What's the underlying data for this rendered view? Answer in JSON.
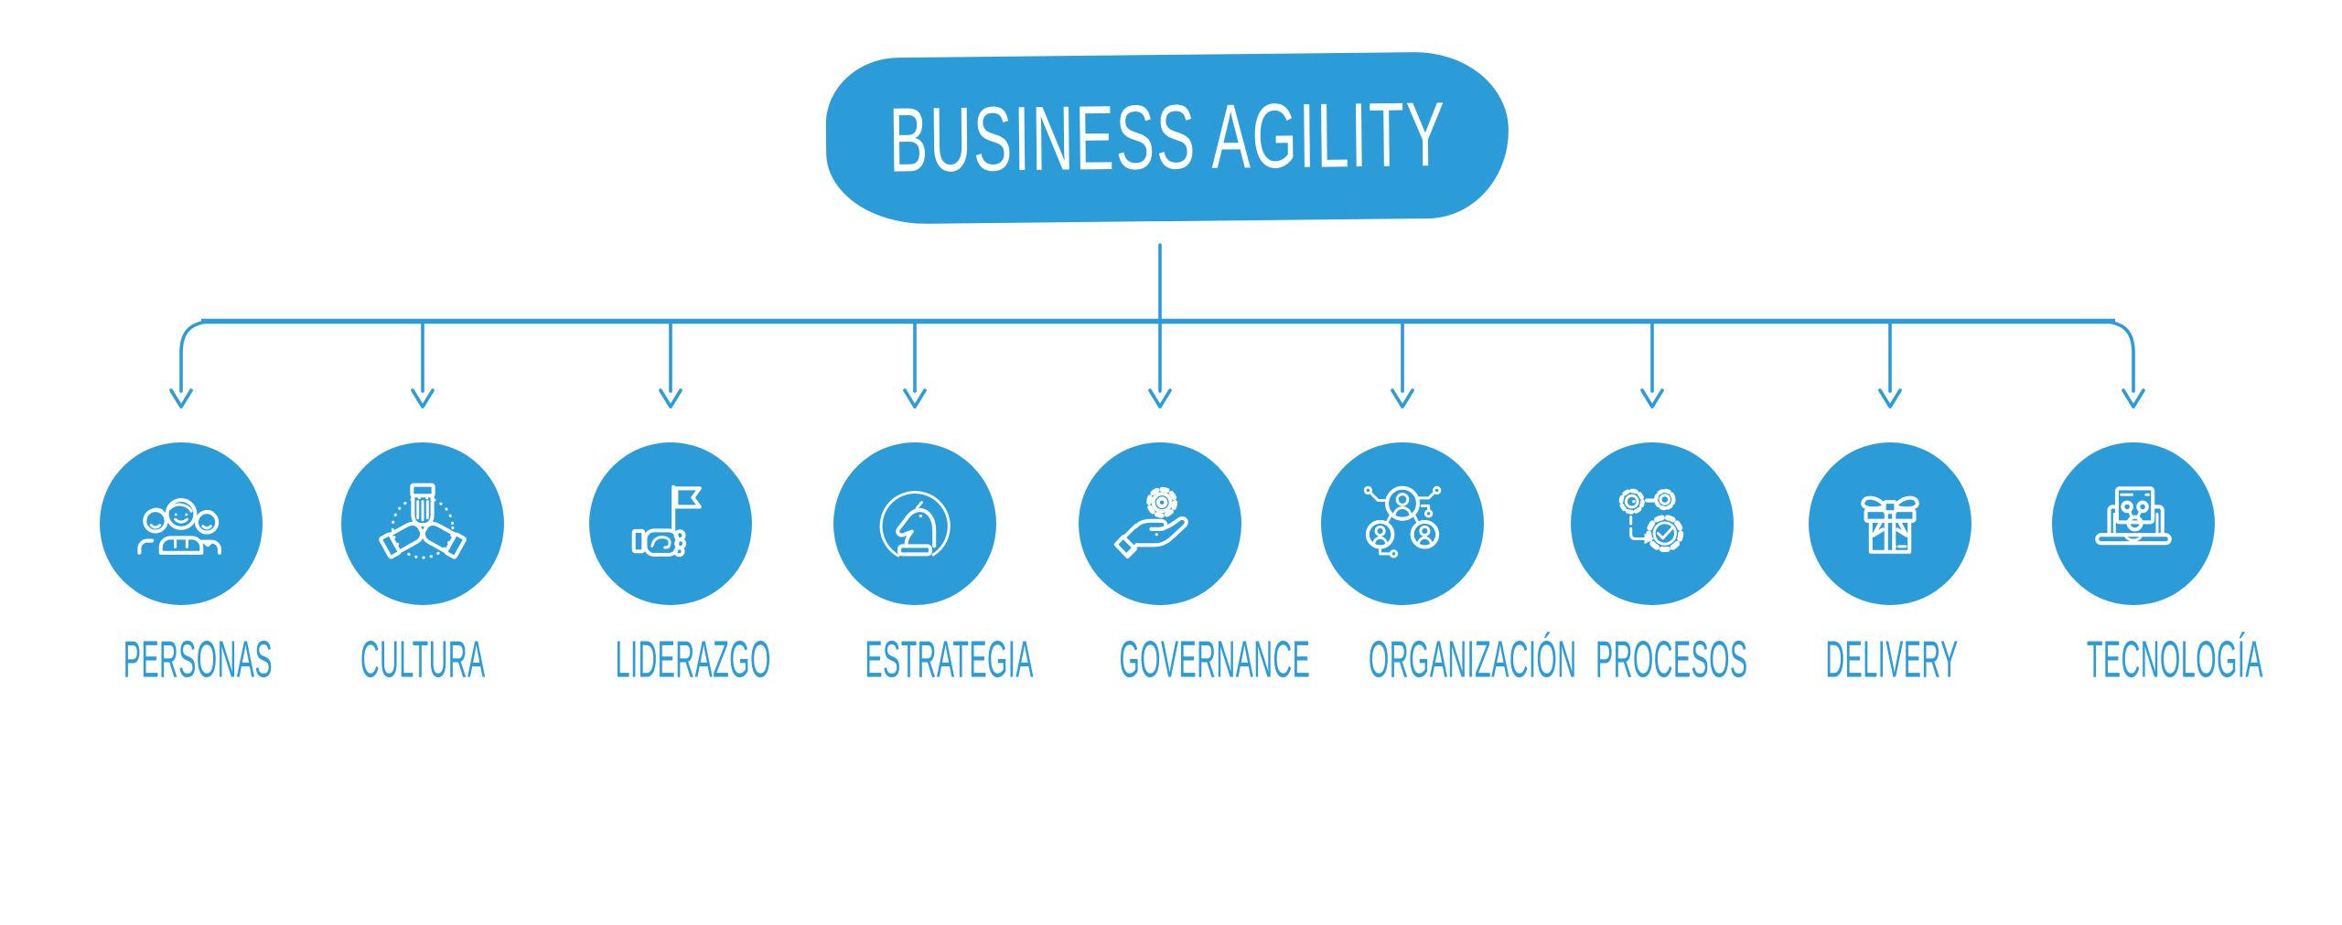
{
  "title": {
    "label": "BUSINESS AGILITY"
  },
  "colors": {
    "accent": "#2b9cd8",
    "icon_stroke": "#ffffff",
    "background": "#ffffff"
  },
  "diagram": {
    "type": "tree",
    "root": "BUSINESS AGILITY",
    "children": [
      "PERSONAS",
      "CULTURA",
      "LIDERAZGO",
      "ESTRATEGIA",
      "GOVERNANCE",
      "ORGANIZACIÓN",
      "PROCESOS",
      "DELIVERY",
      "TECNOLOGÍA"
    ]
  },
  "nodes": [
    {
      "label": "PERSONAS",
      "icon": "people-icon"
    },
    {
      "label": "CULTURA",
      "icon": "hands-together-icon"
    },
    {
      "label": "LIDERAZGO",
      "icon": "hand-flag-icon"
    },
    {
      "label": "ESTRATEGIA",
      "icon": "chess-knight-icon"
    },
    {
      "label": "GOVERNANCE",
      "icon": "hand-gear-icon"
    },
    {
      "label": "ORGANIZACIÓN",
      "icon": "org-network-icon"
    },
    {
      "label": "PROCESOS",
      "icon": "gears-workflow-icon"
    },
    {
      "label": "DELIVERY",
      "icon": "gift-icon"
    },
    {
      "label": "TECNOLOGÍA",
      "icon": "laptop-network-icon"
    }
  ]
}
